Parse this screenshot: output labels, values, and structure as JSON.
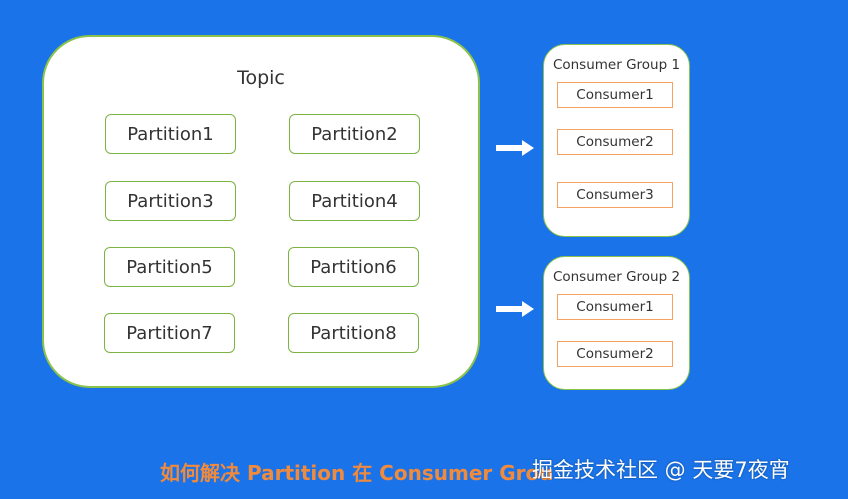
{
  "colors": {
    "background": "#1a73e8",
    "box_border": "#8bc34a",
    "consumer_border": "#f4a261",
    "caption": "#f08a3c",
    "arrow": "#ffffff"
  },
  "topic": {
    "title": "Topic",
    "partitions": [
      "Partition1",
      "Partition2",
      "Partition3",
      "Partition4",
      "Partition5",
      "Partition6",
      "Partition7",
      "Partition8"
    ]
  },
  "groups": [
    {
      "title": "Consumer Group 1",
      "consumers": [
        "Consumer1",
        "Consumer2",
        "Consumer3"
      ]
    },
    {
      "title": "Consumer Group 2",
      "consumers": [
        "Consumer1",
        "Consumer2"
      ]
    }
  ],
  "arrows": [
    "arrow-right-icon",
    "arrow-right-icon"
  ],
  "caption": "如何解决 Partition 在 Consumer Grou",
  "watermark": "掘金技术社区 @ 天要7夜宵"
}
